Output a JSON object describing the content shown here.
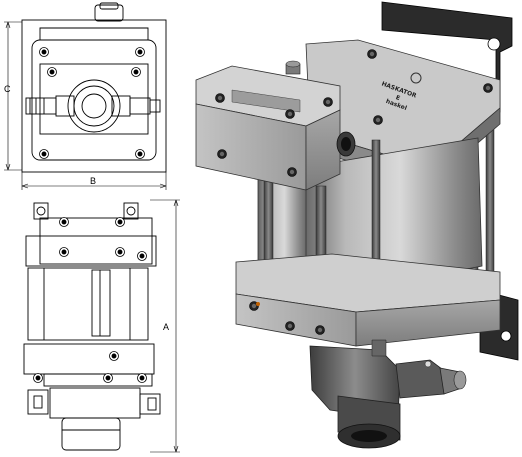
{
  "drawing": {
    "dimensions": {
      "top_view_height": "C",
      "top_view_width": "B",
      "side_view_height": "A"
    },
    "nameplate": {
      "brand": "HASKATOR",
      "line2": "E",
      "line3": "haskel"
    }
  }
}
